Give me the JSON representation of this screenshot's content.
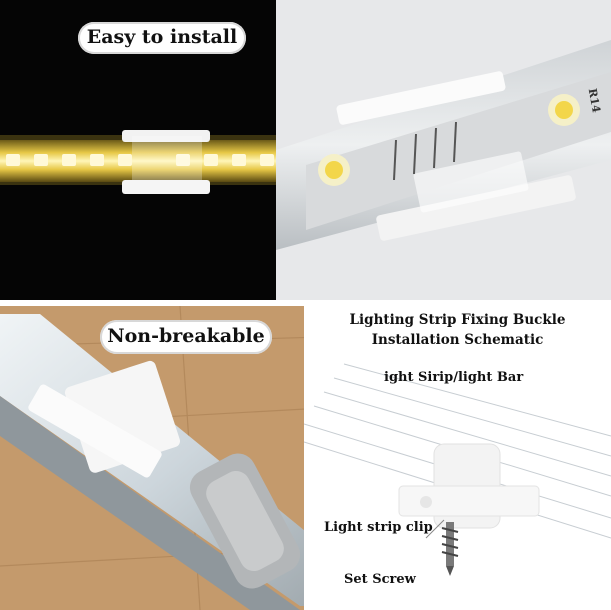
{
  "panels": {
    "top_left": {
      "caption": "Easy to install"
    },
    "top_right": {
      "strip_marking": "R14"
    },
    "bottom_left": {
      "caption": "Non-breakable"
    },
    "bottom_right": {
      "title_line1": "Lighting Strip Fixing Buckle",
      "title_line2": "Installation Schematic",
      "label_bar": "ight Sirip/light Bar",
      "label_clip": "Light strip clip",
      "label_screw": "Set Screw"
    }
  },
  "colors": {
    "led_glow": "#f5d24a",
    "clip_white": "#f4f4f4",
    "wood": "#c49a6c",
    "panel_dark": "#050505"
  }
}
